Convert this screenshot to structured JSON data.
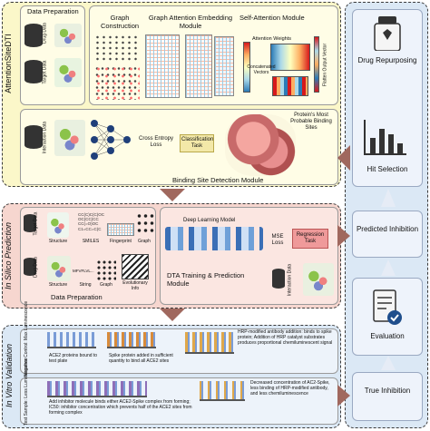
{
  "left_labels": {
    "top": "AttentionSiteDTI",
    "middle": "In Silico Prediction",
    "bottom": "In Vitro Validation"
  },
  "attention_site": {
    "data_preparation": "Data Preparation",
    "drug_data": "Drug Data",
    "target_data": "Target Data",
    "graph_construction": "Graph Construction",
    "gat_module": "Graph Attention Embedding Module",
    "self_attention_module": "Self-Attention Module",
    "attention_weights": "Attention Weights",
    "concatenated_vectors": "Concatenated Vectors",
    "flatten_output_vector": "Flatten Output Vector",
    "interaction_data": "Interaction Data",
    "cross_entropy_loss": "Cross Entropy Loss",
    "classification_task": "Classification Task",
    "binding_site_text": "Protein's Most Probable Binding Sites",
    "binding_site_module": "Binding Site Detection Module"
  },
  "in_silico": {
    "target_data": "Target Data",
    "drug_data": "Drug Data",
    "structure": "Structure",
    "smiles": "SMILES",
    "fingerprint": "Fingerprint",
    "graph": "Graph",
    "sequence": "MFVFLVL...",
    "string": "String",
    "evolutionary_info": "Evolutionary Info",
    "smiles_lines": [
      "CC(C)C(C)OC",
      "OC(CC)CC",
      "CC(=O)OC",
      "C1=CC=C(C"
    ],
    "data_preparation": "Data Preparation",
    "deep_learning_model": "Deep Learning Model",
    "mse_loss": "MSE Loss",
    "regression_task": "Regression Task",
    "dta_module": "DTA Training & Prediction Module",
    "interaction_data": "Interaction Data"
  },
  "in_vitro": {
    "negative_control": "Negative Control: Max Luminescence",
    "test_sample": "Test Sample: Less Luminescence",
    "step1": "ACE2 proteins bound to test plate",
    "step2": "Spike protein added in sufficient quantity to bind all ACE2 sites",
    "step3": "HRP-modified antibody addition: binds to spike protein; Addition of HRP catalyst substrates produces proportional chemiluminescent signal",
    "step4": "Add inhibitor molecule binds either ACE2-Spike complex from forming; IC50: inhibitor concentration which prevents half of the ACE2 sites from forming complex",
    "step5": "Decreased concentration of AC2-Spike, less binding of HRP-modified antibody, and less chemiluminescence"
  },
  "right": {
    "drug_repurposing": "Drug Repurposing",
    "hit_selection": "Hit Selection",
    "predicted_inhibition": "Predicted Inhibition",
    "evaluation": "Evaluation",
    "true_inhibition": "True Inhibition"
  },
  "colors": {
    "yellow_panel": "#fbf7c9",
    "pink_panel": "#f6d6cf",
    "blue_panel": "#dbe8f5",
    "arrow": "#a0685e"
  }
}
